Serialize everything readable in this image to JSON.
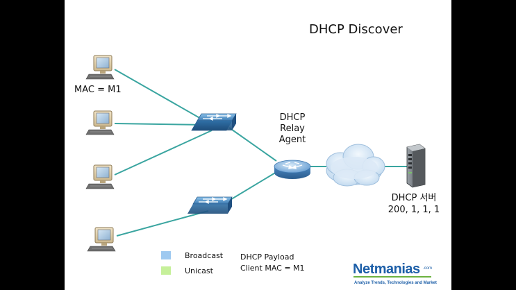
{
  "title": "DHCP Discover",
  "hosts": [
    {
      "label": "MAC = M1"
    },
    {
      "label": ""
    },
    {
      "label": ""
    },
    {
      "label": ""
    }
  ],
  "relay": {
    "line1": "DHCP",
    "line2": "Relay",
    "line3": "Agent"
  },
  "server": {
    "name": "DHCP 서버",
    "ip": "200, 1, 1, 1"
  },
  "legend": {
    "broadcast": "Broadcast",
    "unicast": "Unicast"
  },
  "payload": {
    "line1": "DHCP Payload",
    "line2": "Client MAC = M1"
  },
  "brand": {
    "name": "Netmanias",
    "suffix": ".com",
    "tagline": "Analyze Trends, Technologies and Market"
  },
  "colors": {
    "link": "#3aa5a0",
    "broadcast": "#9ec9f0",
    "unicast": "#c6f09a",
    "switch": "#3e86bd",
    "router": "#6aa3d6",
    "cloud": "#cfe1f3",
    "brand_blue": "#1d5fa8",
    "brand_green": "#6cb33f"
  }
}
